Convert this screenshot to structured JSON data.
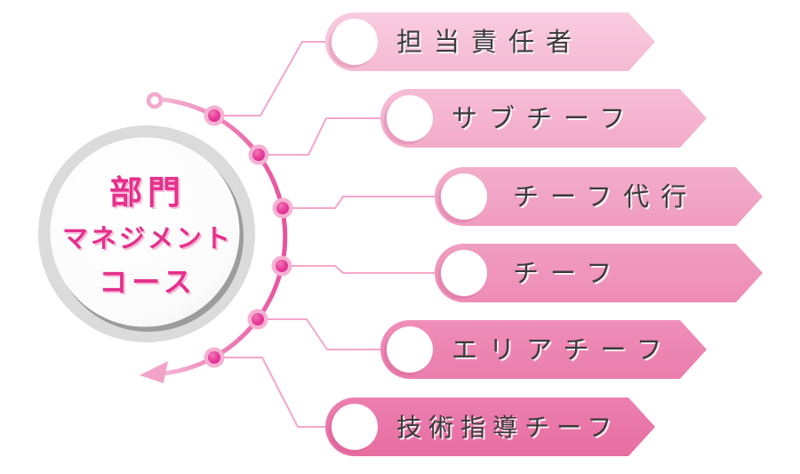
{
  "diagram": {
    "center": {
      "lines": [
        "部門",
        "マネジメント",
        "コース"
      ]
    },
    "steps": [
      {
        "label": "担当責任者"
      },
      {
        "label": "サブチーフ"
      },
      {
        "label": "チーフ代行"
      },
      {
        "label": "チーフ"
      },
      {
        "label": "エリアチーフ"
      },
      {
        "label": "技術指導チーフ"
      }
    ],
    "colors": {
      "accent_pink": "#e5308c",
      "banner_colors": [
        "#f7c3d9",
        "#f4b3cf",
        "#f1a3c5",
        "#ef94bb",
        "#ed85b2",
        "#eb76a9"
      ],
      "arc_gradient_start": "#f7c6db",
      "arc_gradient_end": "#e8519f",
      "node_core": "#e63b99",
      "node_halo": "#f6b0d2",
      "connector_line": "#f3a6ca",
      "circle_ring_gray": "#dbdbdb",
      "circle_shadow_gray": "#9c9c9c",
      "label_text": "#3b3b3b"
    }
  }
}
